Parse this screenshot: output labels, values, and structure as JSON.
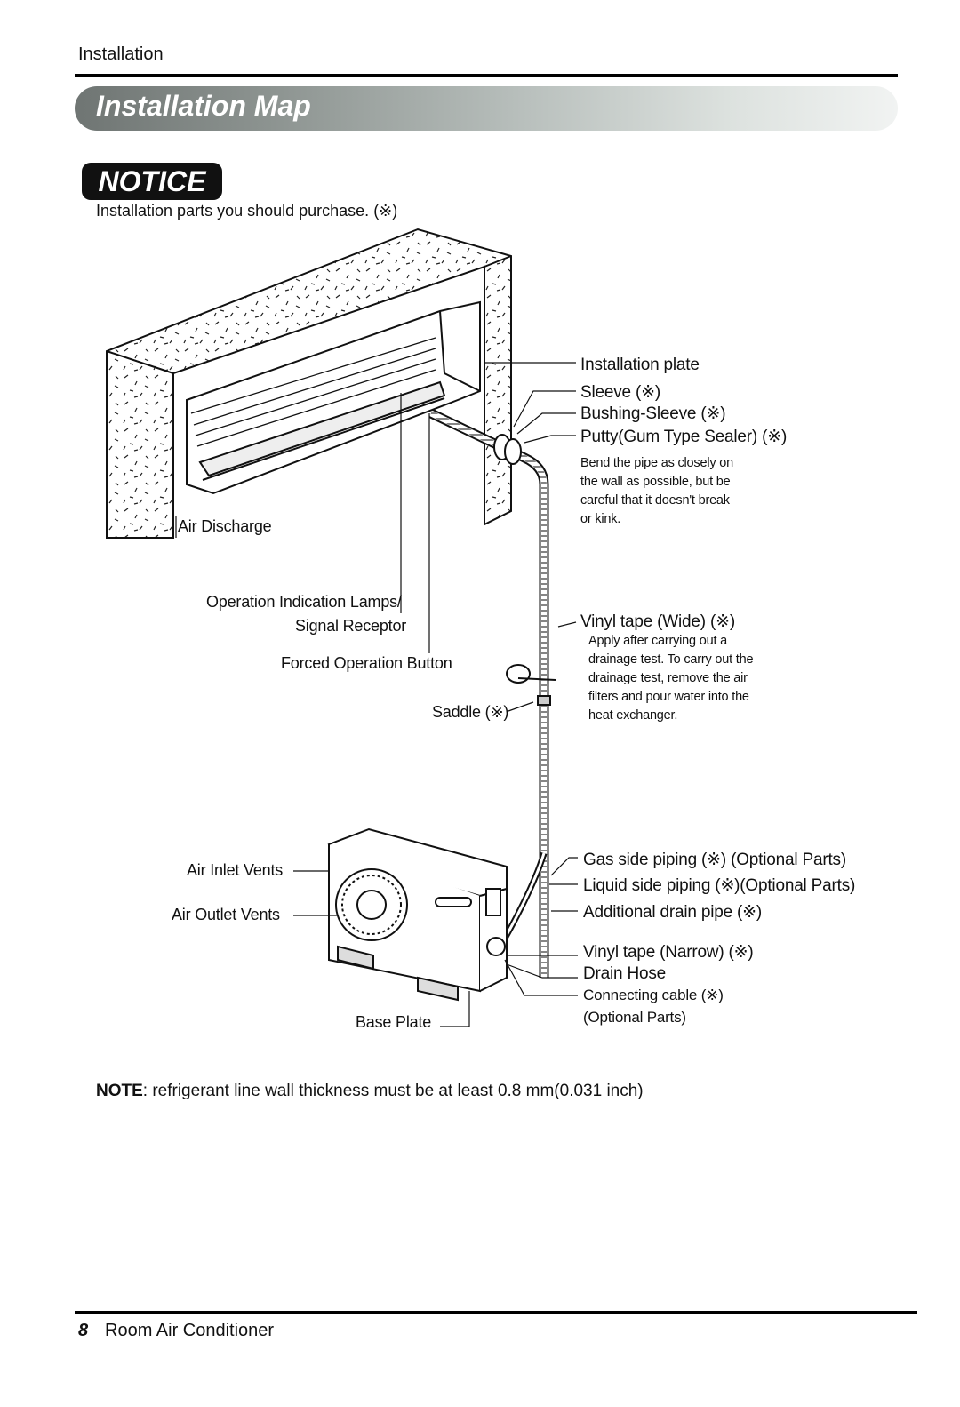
{
  "header": {
    "section": "Installation",
    "title": "Installation Map"
  },
  "notice": {
    "badge": "NOTICE",
    "text": "Installation parts you should purchase. (※)"
  },
  "labels": {
    "installation_plate": "Installation plate",
    "sleeve": "Sleeve (※)",
    "bushing_sleeve": "Bushing-Sleeve (※)",
    "putty": "Putty(Gum Type Sealer) (※)",
    "bend_note": "Bend the pipe as closely on the wall as possible, but be careful that it doesn't break or kink.",
    "air_discharge": "Air Discharge",
    "operation_lamps": "Operation Indication Lamps/",
    "signal_receptor": "Signal Receptor",
    "forced_button": "Forced Operation Button",
    "vinyl_wide": "Vinyl tape (Wide) (※)",
    "vinyl_wide_note": "Apply after carrying out a drainage test. To carry out the drainage test, remove the air filters and pour water into the heat exchanger.",
    "saddle": "Saddle (※)",
    "air_inlet": "Air Inlet Vents",
    "air_outlet": "Air Outlet Vents",
    "gas_piping": "Gas side piping (※) (Optional Parts)",
    "liquid_piping": "Liquid side piping (※)(Optional Parts)",
    "drain_pipe": "Additional drain pipe (※)",
    "vinyl_narrow": "Vinyl tape (Narrow) (※)",
    "drain_hose": "Drain Hose",
    "connecting_cable": "Connecting cable (※)",
    "optional_parts": "(Optional Parts)",
    "base_plate": "Base Plate"
  },
  "note": {
    "label": "NOTE",
    "text": ": refrigerant line wall thickness must be at least 0.8 mm(0.031 inch)"
  },
  "footer": {
    "page": "8",
    "title": "Room Air Conditioner"
  }
}
